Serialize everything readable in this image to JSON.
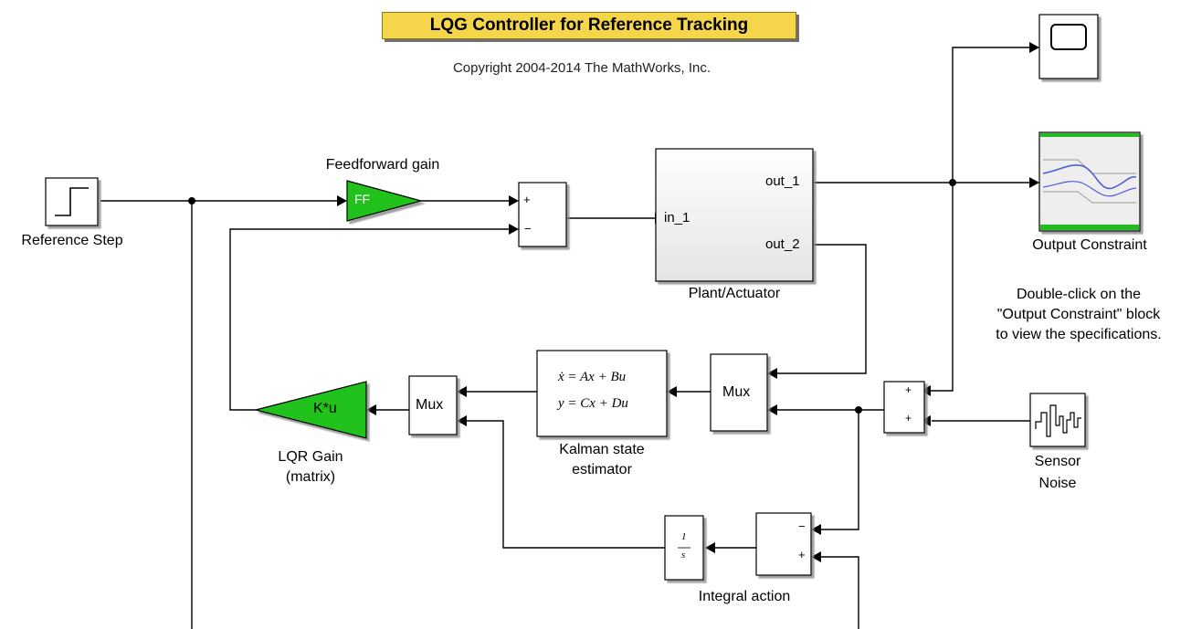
{
  "title": "LQG Controller for Reference Tracking",
  "copyright": "Copyright 2004-2014 The MathWorks, Inc.",
  "blocks": {
    "reference_step": {
      "label": "Reference Step"
    },
    "feedforward": {
      "label": "Feedforward gain",
      "text": "FF"
    },
    "sum_top": {
      "port1": "+",
      "port2": "−"
    },
    "plant": {
      "label": "Plant/Actuator",
      "in_port": "in_1",
      "out_port1": "out_1",
      "out_port2": "out_2"
    },
    "scope": {
      "label": ""
    },
    "output_constraint": {
      "label": "Output Constraint"
    },
    "note": {
      "line1": "Double-click on the",
      "line2": "\"Output Constraint\" block",
      "line3": "to view the specifications."
    },
    "lqr_gain": {
      "text": "K*u",
      "label_line1": "LQR Gain",
      "label_line2": "(matrix)"
    },
    "mux_left": {
      "text": "Mux"
    },
    "kalman": {
      "eq1": "ẋ = Ax + Bu",
      "eq2": "y = Cx + Du",
      "label_line1": "Kalman state",
      "label_line2": "estimator"
    },
    "mux_right": {
      "text": "Mux"
    },
    "sum_noise": {
      "port1": "+",
      "port2": "+"
    },
    "sensor_noise": {
      "label_line1": "Sensor",
      "label_line2": "Noise"
    },
    "integrator": {
      "num": "1",
      "den": "s"
    },
    "sum_integral": {
      "port1": "−",
      "port2": "+",
      "label": "Integral action"
    }
  },
  "colors": {
    "gain_fill": "#22c21a",
    "block_fill": "#ffffff",
    "plant_fill": "#eeeeee",
    "title_fill": "#f5d64a",
    "constraint_band": "#22bb22",
    "line": "#000000"
  },
  "icons": [
    "step-icon",
    "scope-icon",
    "constraint-plot-icon",
    "noise-icon"
  ]
}
